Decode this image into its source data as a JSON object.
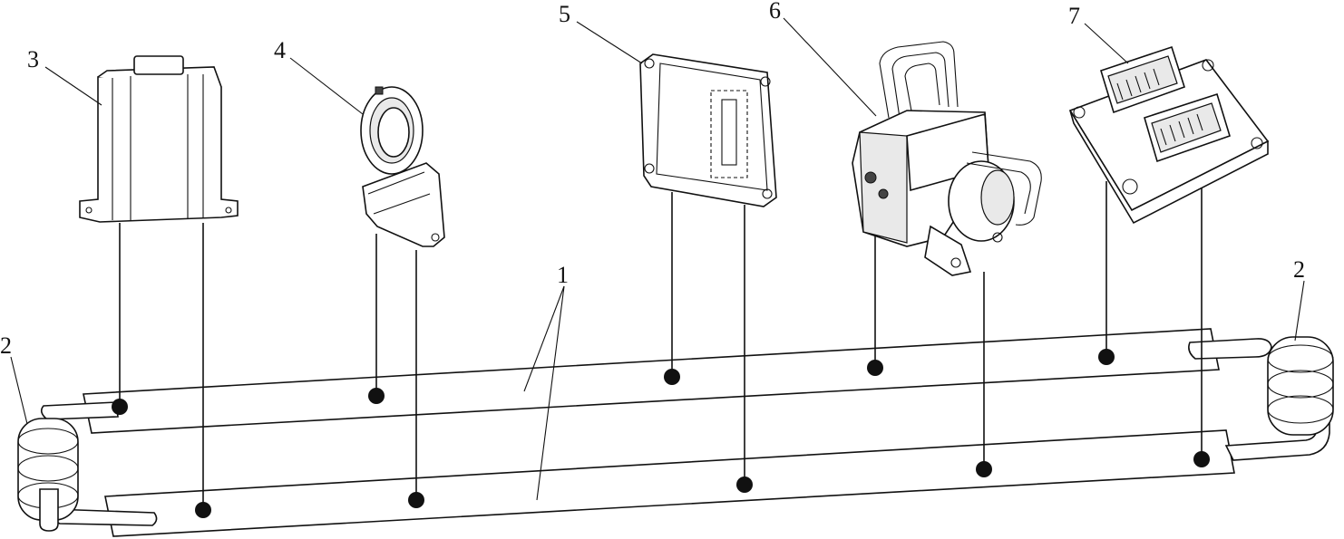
{
  "figure": {
    "callouts": {
      "bus_lines": "1",
      "terminator_left": "2",
      "terminator_right": "2",
      "module_3": "3",
      "module_4": "4",
      "module_5": "5",
      "module_6": "6",
      "module_7": "7"
    },
    "modules": [
      {
        "id": "3",
        "icon": "rectangular-control-box-icon",
        "connects_to": [
          "upper-bus",
          "lower-bus"
        ]
      },
      {
        "id": "4",
        "icon": "steering-angle-sensor-icon",
        "connects_to": [
          "upper-bus",
          "lower-bus"
        ]
      },
      {
        "id": "5",
        "icon": "flat-control-unit-icon",
        "connects_to": [
          "upper-bus",
          "lower-bus"
        ]
      },
      {
        "id": "6",
        "icon": "abs-hydraulic-unit-icon",
        "connects_to": [
          "upper-bus",
          "lower-bus"
        ]
      },
      {
        "id": "7",
        "icon": "engine-ecu-icon",
        "connects_to": [
          "upper-bus",
          "lower-bus"
        ]
      }
    ],
    "bus": {
      "wires": 2,
      "terminators": 2
    },
    "colors": {
      "line": "#111111",
      "background": "#ffffff"
    }
  }
}
